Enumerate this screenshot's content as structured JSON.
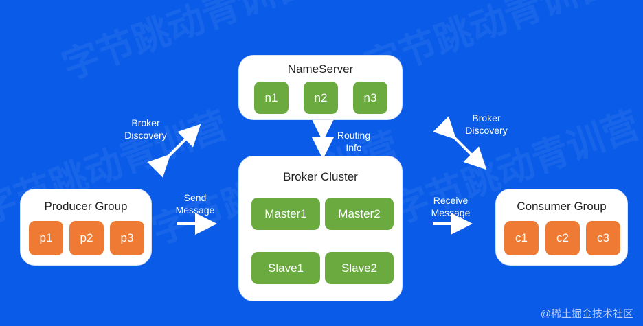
{
  "nameserver": {
    "title": "NameServer",
    "nodes": [
      "n1",
      "n2",
      "n3"
    ]
  },
  "broker_cluster": {
    "title": "Broker Cluster",
    "masters": [
      "Master1",
      "Master2"
    ],
    "slaves": [
      "Slave1",
      "Slave2"
    ]
  },
  "producer_group": {
    "title": "Producer Group",
    "nodes": [
      "p1",
      "p2",
      "p3"
    ]
  },
  "consumer_group": {
    "title": "Consumer Group",
    "nodes": [
      "c1",
      "c2",
      "c3"
    ]
  },
  "labels": {
    "broker_discovery_left": [
      "Broker",
      "Discovery"
    ],
    "broker_discovery_right": [
      "Broker",
      "Discovery"
    ],
    "routing_info": [
      "Routing",
      "Info"
    ],
    "send_message": [
      "Send",
      "Message"
    ],
    "receive_message": [
      "Receive",
      "Message"
    ]
  },
  "watermark": "字节跳动青训营",
  "footer": "@稀土掘金技术社区",
  "colors": {
    "background": "#0a5ce8",
    "green": "#6aaa3f",
    "orange": "#ef7a33",
    "arrow": "#ffffff"
  }
}
